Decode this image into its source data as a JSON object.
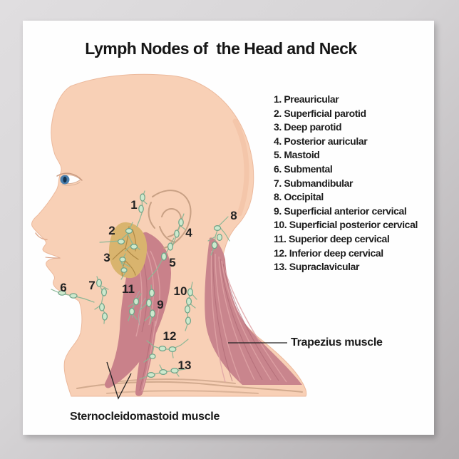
{
  "poster": {
    "title": "Lymph Nodes of  the Head and Neck"
  },
  "legend": {
    "items": [
      "1. Preauricular",
      "2. Superficial parotid",
      "3. Deep parotid",
      "4. Posterior auricular",
      "5. Mastoid",
      "6. Submental",
      "7. Submandibular",
      "8. Occipital",
      "9. Superficial anterior cervical",
      "10. Superficial posterior cervical",
      "11. Superior deep cervical",
      "12. Inferior deep cervical",
      "13. Supraclavicular"
    ]
  },
  "diagram": {
    "markers": [
      "1",
      "2",
      "3",
      "4",
      "5",
      "6",
      "7",
      "8",
      "9",
      "10",
      "11",
      "12",
      "13"
    ],
    "labels": {
      "trapezius": "Trapezius muscle",
      "sternocleidomastoid": "Sternocleidomastoid muscle"
    },
    "colors": {
      "skin": "#f8d0b6",
      "muscle": "#c9858d",
      "parotid_gland": "#d9b46e",
      "lymph_node_fill": "#cde9cd",
      "lymph_node_stroke": "#6ea287",
      "eye_iris": "#4a7fae"
    }
  }
}
